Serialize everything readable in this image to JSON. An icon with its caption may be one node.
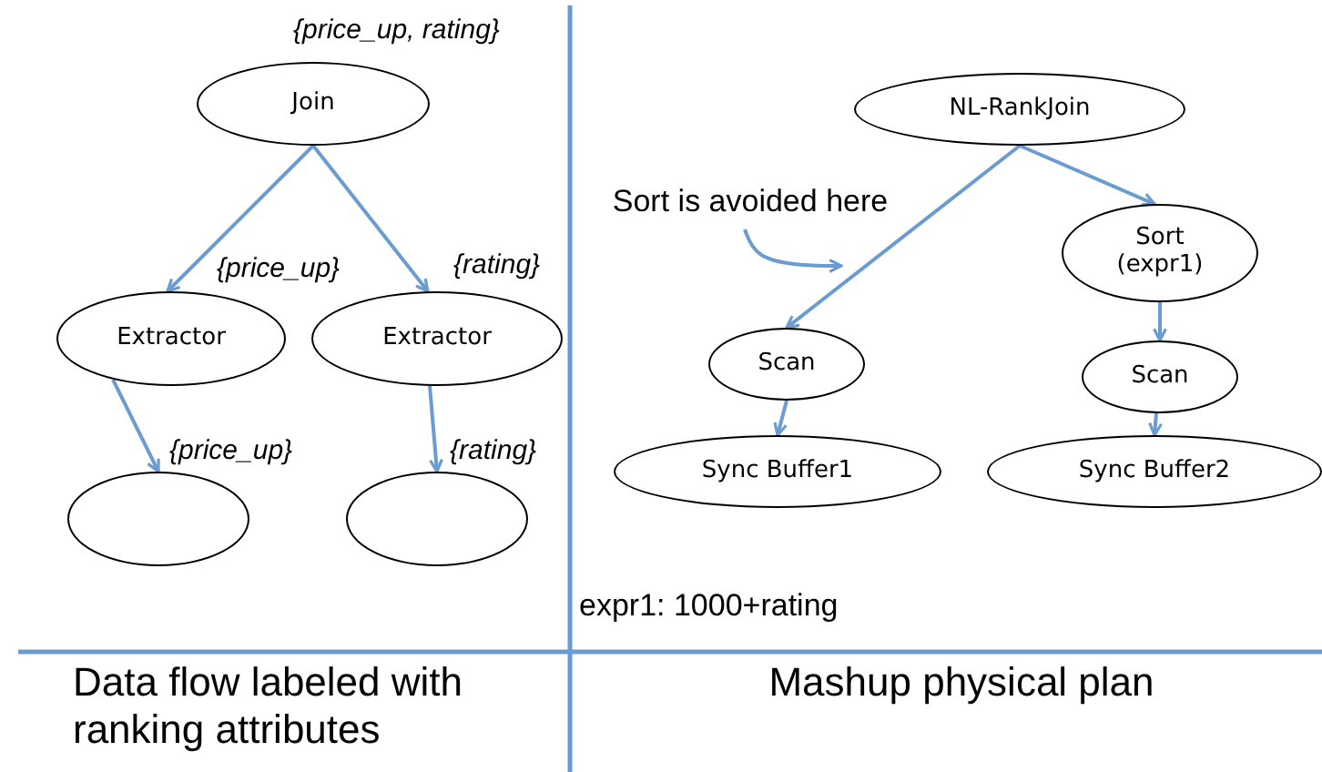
{
  "diagram": {
    "nodes": [
      {
        "text": [
          "Join"
        ],
        "beside": [
          "{price_up, rating}"
        ]
      },
      {
        "text": [
          "Extractor"
        ]
      },
      {
        "text": [
          "Extractor"
        ]
      },
      {
        "text": [],
        "shape": "ellipse"
      },
      {
        "text": [],
        "shape": "ellipse"
      },
      {
        "text": [
          "NL-RankJoin"
        ]
      },
      {
        "text": [
          "Sort is avoided here"
        ]
      },
      {
        "text": [
          "Sort (expr1)"
        ]
      },
      {
        "text": [
          "Scan"
        ]
      },
      {
        "text": [
          "Scan"
        ]
      },
      {
        "text": [
          "Sync Buffer1"
        ]
      },
      {
        "text": [
          "Sync Buffer2"
        ]
      }
    ],
    "edges": [
      {
        "from": 0,
        "to": 1,
        "arrow": "to",
        "label": "{price_up}"
      },
      {
        "from": 0,
        "to": 2,
        "arrow": "to",
        "label": "{rating}"
      },
      {
        "from": 1,
        "to": 3,
        "arrow": "to",
        "label": "{price_up}"
      },
      {
        "from": 2,
        "to": 4,
        "arrow": "to",
        "label": "{rating}"
      },
      {
        "from": 5,
        "to": 8,
        "arrow": "to"
      },
      {
        "from": 5,
        "to": 7,
        "arrow": "to"
      },
      {
        "from": 7,
        "to": 9,
        "arrow": "to"
      },
      {
        "from": 8,
        "to": 10,
        "arrow": "to"
      },
      {
        "from": 9,
        "to": 11,
        "arrow": "to"
      },
      {
        "from": 6,
        "to": null,
        "arrow": "to"
      }
    ],
    "labels": [
      "expr1: 1000+rating",
      "Data flow labeled with ranking attributes",
      "Mashup physical plan"
    ]
  }
}
